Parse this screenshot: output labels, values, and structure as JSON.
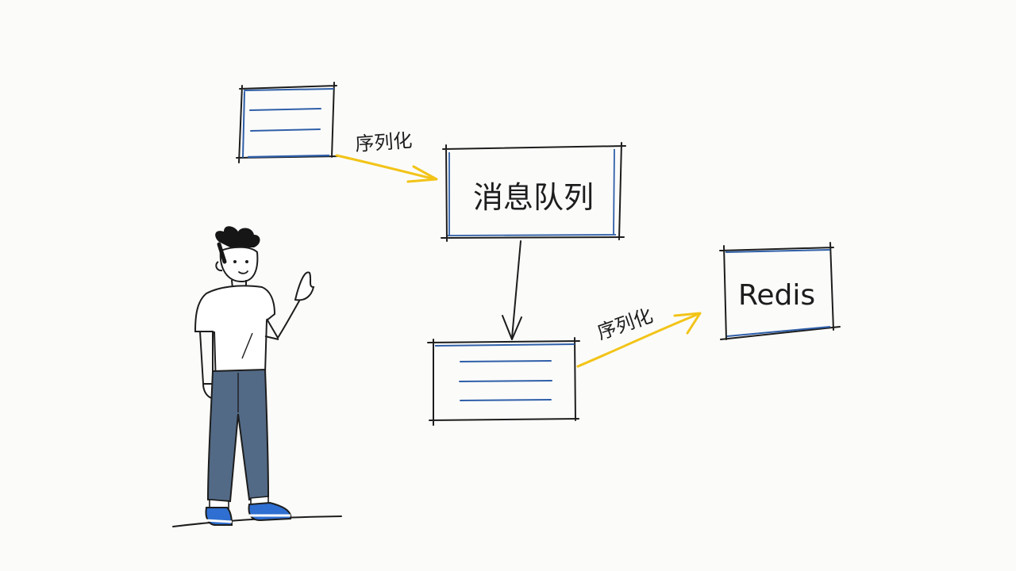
{
  "diagram": {
    "nodes": {
      "message_queue": {
        "label": "消息队列"
      },
      "redis": {
        "label": "Redis"
      }
    },
    "edges": {
      "serialize_top": {
        "label": "序列化"
      },
      "serialize_bottom": {
        "label": "序列化"
      }
    }
  },
  "colors": {
    "ink": "#1d1d1d",
    "accent_blue": "#2f5fa8",
    "arrow_yellow": "#f2c418",
    "pants": "#526a86",
    "shoes": "#2f6fd1"
  }
}
